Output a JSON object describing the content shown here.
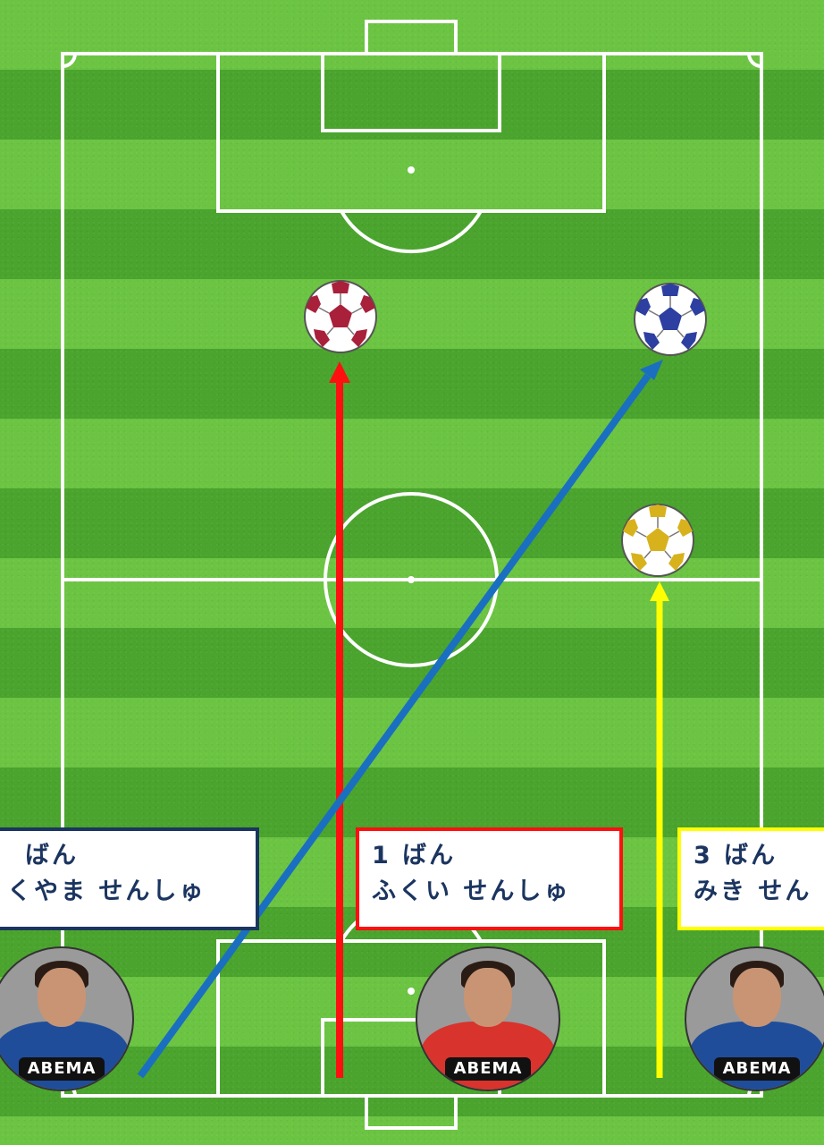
{
  "players": [
    {
      "number_label": "ばん",
      "name_label": "くやま せんしゅ",
      "sponsor": "ABEMA",
      "kit": "blue",
      "arrow_color": "#1a6fc0",
      "ball_color": "#2d3fa0"
    },
    {
      "number_label": "1 ばん",
      "name_label": "ふくい せんしゅ",
      "sponsor": "ABEMA",
      "kit": "red",
      "arrow_color": "#ff1010",
      "ball_color": "#a8203a"
    },
    {
      "number_label": "3 ばん",
      "name_label": "みき せん",
      "sponsor": "ABEMA",
      "kit": "blue",
      "arrow_color": "#ffff00",
      "ball_color": "#d7b21c"
    }
  ],
  "colors": {
    "pitch_light": "#6cc443",
    "pitch_dark": "#4aa42d",
    "lines": "#ffffff",
    "label_text": "#1b3560"
  }
}
